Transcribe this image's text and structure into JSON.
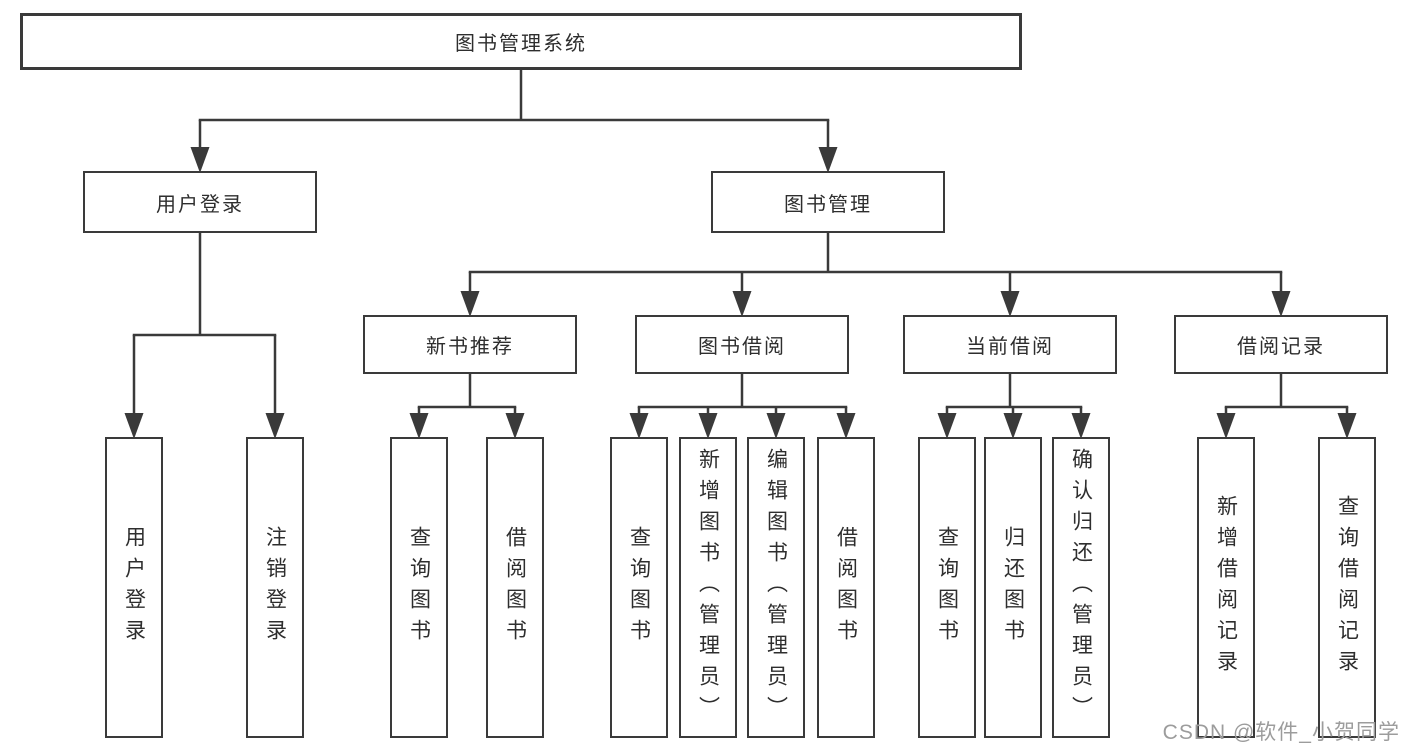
{
  "diagram": {
    "title": "图书管理系统",
    "nodes": {
      "root": "图书管理系统",
      "userLogin": "用户登录",
      "bookMgmt": "图书管理",
      "newRec": "新书推荐",
      "bookBorrow": "图书借阅",
      "curBorrow": "当前借阅",
      "borRecords": "借阅记录",
      "login": "用户登录",
      "logout": "注销登录",
      "recQuery": "查询图书",
      "recBorrow": "借阅图书",
      "bbQuery": "查询图书",
      "bbAdd": "新增图书（管理员）",
      "bbEdit": "编辑图书（管理员）",
      "bbBorrow": "借阅图书",
      "cbQuery": "查询图书",
      "cbReturn": "归还图书",
      "cbConfirm": "确认归还（管理员）",
      "brAdd": "新增借阅记录",
      "brQuery": "查询借阅记录"
    },
    "hierarchy": {
      "图书管理系统": {
        "用户登录": [
          "用户登录",
          "注销登录"
        ],
        "图书管理": {
          "新书推荐": [
            "查询图书",
            "借阅图书"
          ],
          "图书借阅": [
            "查询图书",
            "新增图书（管理员）",
            "编辑图书（管理员）",
            "借阅图书"
          ],
          "当前借阅": [
            "查询图书",
            "归还图书",
            "确认归还（管理员）"
          ],
          "借阅记录": [
            "新增借阅记录",
            "查询借阅记录"
          ]
        }
      }
    },
    "colors": {
      "line": "#3a3a3a",
      "text": "#2e2e2e",
      "background": "#ffffff",
      "watermark": "#9c9c9c"
    },
    "watermark": "CSDN @软件_小贺同学"
  }
}
